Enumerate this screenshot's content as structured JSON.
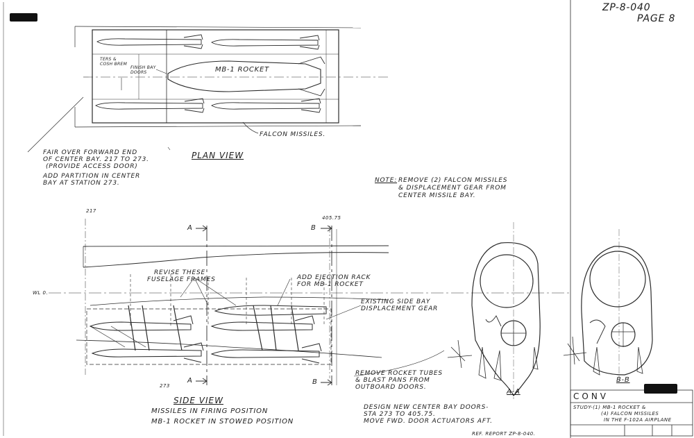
{
  "header": {
    "drawing_number": "ZP-8-040",
    "page": "Page 8"
  },
  "plan_view": {
    "title": "PLAN VIEW",
    "rocket_label": "MB-1 ROCKET",
    "missiles_label": "FALCON MISSILES.",
    "small_label_1": "TERS & COSH BREM",
    "small_label_2": "FINISH BAY DOORS",
    "notes": [
      "FAIR OVER FORWARD END",
      "OF CENTER BAY. 217 TO 273.",
      "(PROVIDE ACCESS DOOR)",
      "ADD PARTITION IN CENTER",
      "BAY AT STATION 273."
    ]
  },
  "note": {
    "label": "NOTE:",
    "lines": [
      "REMOVE (2) FALCON MISSILES",
      "& DISPLACEMENT GEAR FROM",
      "CENTER MISSILE BAY."
    ]
  },
  "side_view": {
    "title": "SIDE VIEW",
    "sub1": "MISSILES IN FIRING POSITION",
    "sub2": "MB-1 ROCKET IN STOWED POSITION",
    "station_217": "217",
    "station_405": "405.75",
    "station_273": "273",
    "wl0": "WL 0.",
    "section_a": "A",
    "section_b": "B",
    "revise_frames": [
      "REVISE THESE",
      "FUSELAGE FRAMES"
    ],
    "ejection_rack": [
      "ADD EJECTION RACK",
      "FOR MB-1 ROCKET"
    ],
    "side_bay_gear": [
      "EXISTING SIDE BAY",
      "DISPLACEMENT GEAR"
    ],
    "rocket_tubes": [
      "REMOVE ROCKET TUBES",
      "& BLAST PANS FROM",
      "OUTBOARD DOORS."
    ],
    "design_doors": [
      "DESIGN NEW CENTER BAY DOORS-",
      "STA 273 TO 405.75.",
      "MOVE FWD. DOOR ACTUATORS AFT."
    ]
  },
  "sections": {
    "aa": "A-A",
    "bb": "B-B"
  },
  "title_block": {
    "company": "CONV",
    "study_lines": [
      "STUDY-(1) MB-1 ROCKET &",
      "(4) FALCON MISSILES",
      "IN THE F-102A AIRPLANE"
    ]
  },
  "footer": {
    "report_ref": "REF. REPORT ZP-8-040."
  }
}
